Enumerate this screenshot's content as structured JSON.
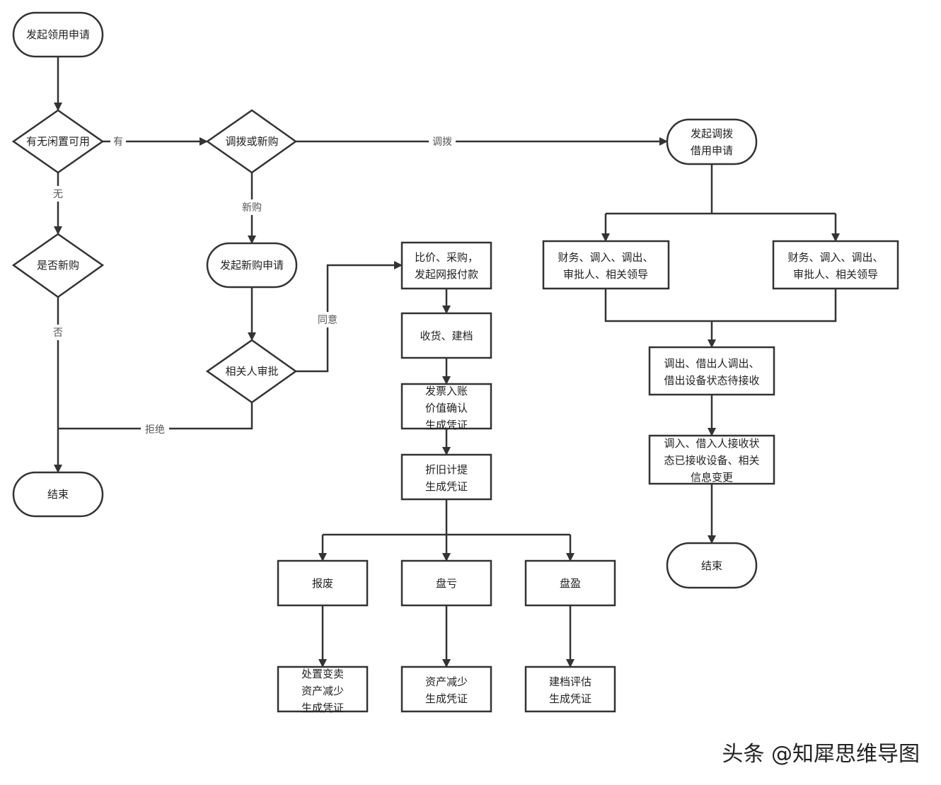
{
  "diagram": {
    "nodes": {
      "start": "发起领用申请",
      "has_idle": "有无闲置可用",
      "is_new": "是否新购",
      "transfer_or_new": "调拨或新购",
      "new_request": "发起新购申请",
      "approve": "相关人审批",
      "end_left": "结束",
      "compare": [
        "比价、采购，",
        "发起网报付款"
      ],
      "receive": "收货、建档",
      "invoice": [
        "发票入账",
        "价值确认",
        "生成凭证"
      ],
      "depreciation": [
        "折旧计提",
        "生成凭证"
      ],
      "scrap": "报废",
      "loss": "盘亏",
      "gain": "盘盈",
      "dispose": [
        "处置变卖",
        "资产减少",
        "生成凭证"
      ],
      "reduce": [
        "资产减少",
        "生成凭证"
      ],
      "evaluate": [
        "建档评估",
        "生成凭证"
      ],
      "transfer_request": [
        "发起调拨",
        "借用申请"
      ],
      "approvers_a": [
        "财务、调入、调出、",
        "审批人、相关领导"
      ],
      "approvers_b": [
        "财务、调入、调出、",
        "审批人、相关领导"
      ],
      "out_status": [
        "调出、借出人调出、",
        "借出设备状态待接收"
      ],
      "in_status": [
        "调入、借入人接收状",
        "态已接收设备、相关",
        "信息变更"
      ],
      "end_right": "结束"
    },
    "edge_labels": {
      "yes": "有",
      "no": "无",
      "transfer": "调拨",
      "new_buy": "新购",
      "deny": "否",
      "agree": "同意",
      "reject": "拒绝"
    }
  },
  "watermark": "头条 @知犀思维导图"
}
